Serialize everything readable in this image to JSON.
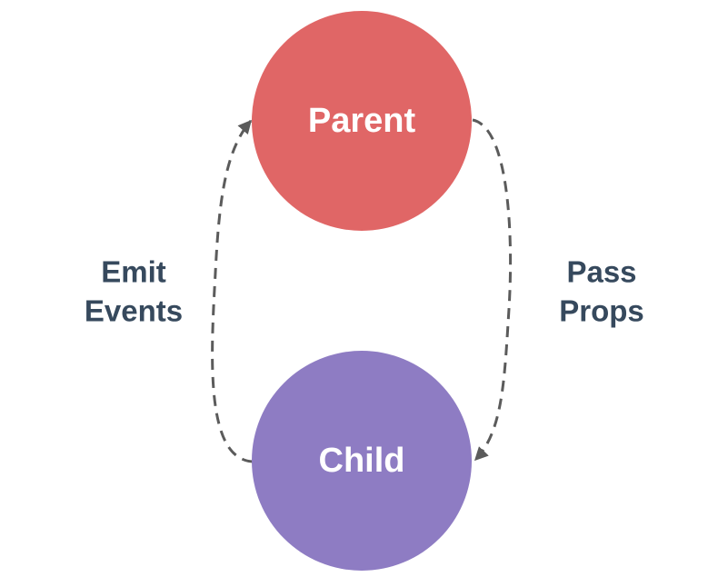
{
  "nodes": {
    "parent": {
      "label": "Parent",
      "color": "#e06666"
    },
    "child": {
      "label": "Child",
      "color": "#8e7cc3"
    }
  },
  "edges": {
    "emit_events": {
      "line1": "Emit",
      "line2": "Events",
      "direction": "child-to-parent"
    },
    "pass_props": {
      "line1": "Pass",
      "line2": "Props",
      "direction": "parent-to-child"
    }
  },
  "colors": {
    "edge_stroke": "#5b5b5b",
    "text": "#36495d",
    "node_text": "#ffffff"
  }
}
